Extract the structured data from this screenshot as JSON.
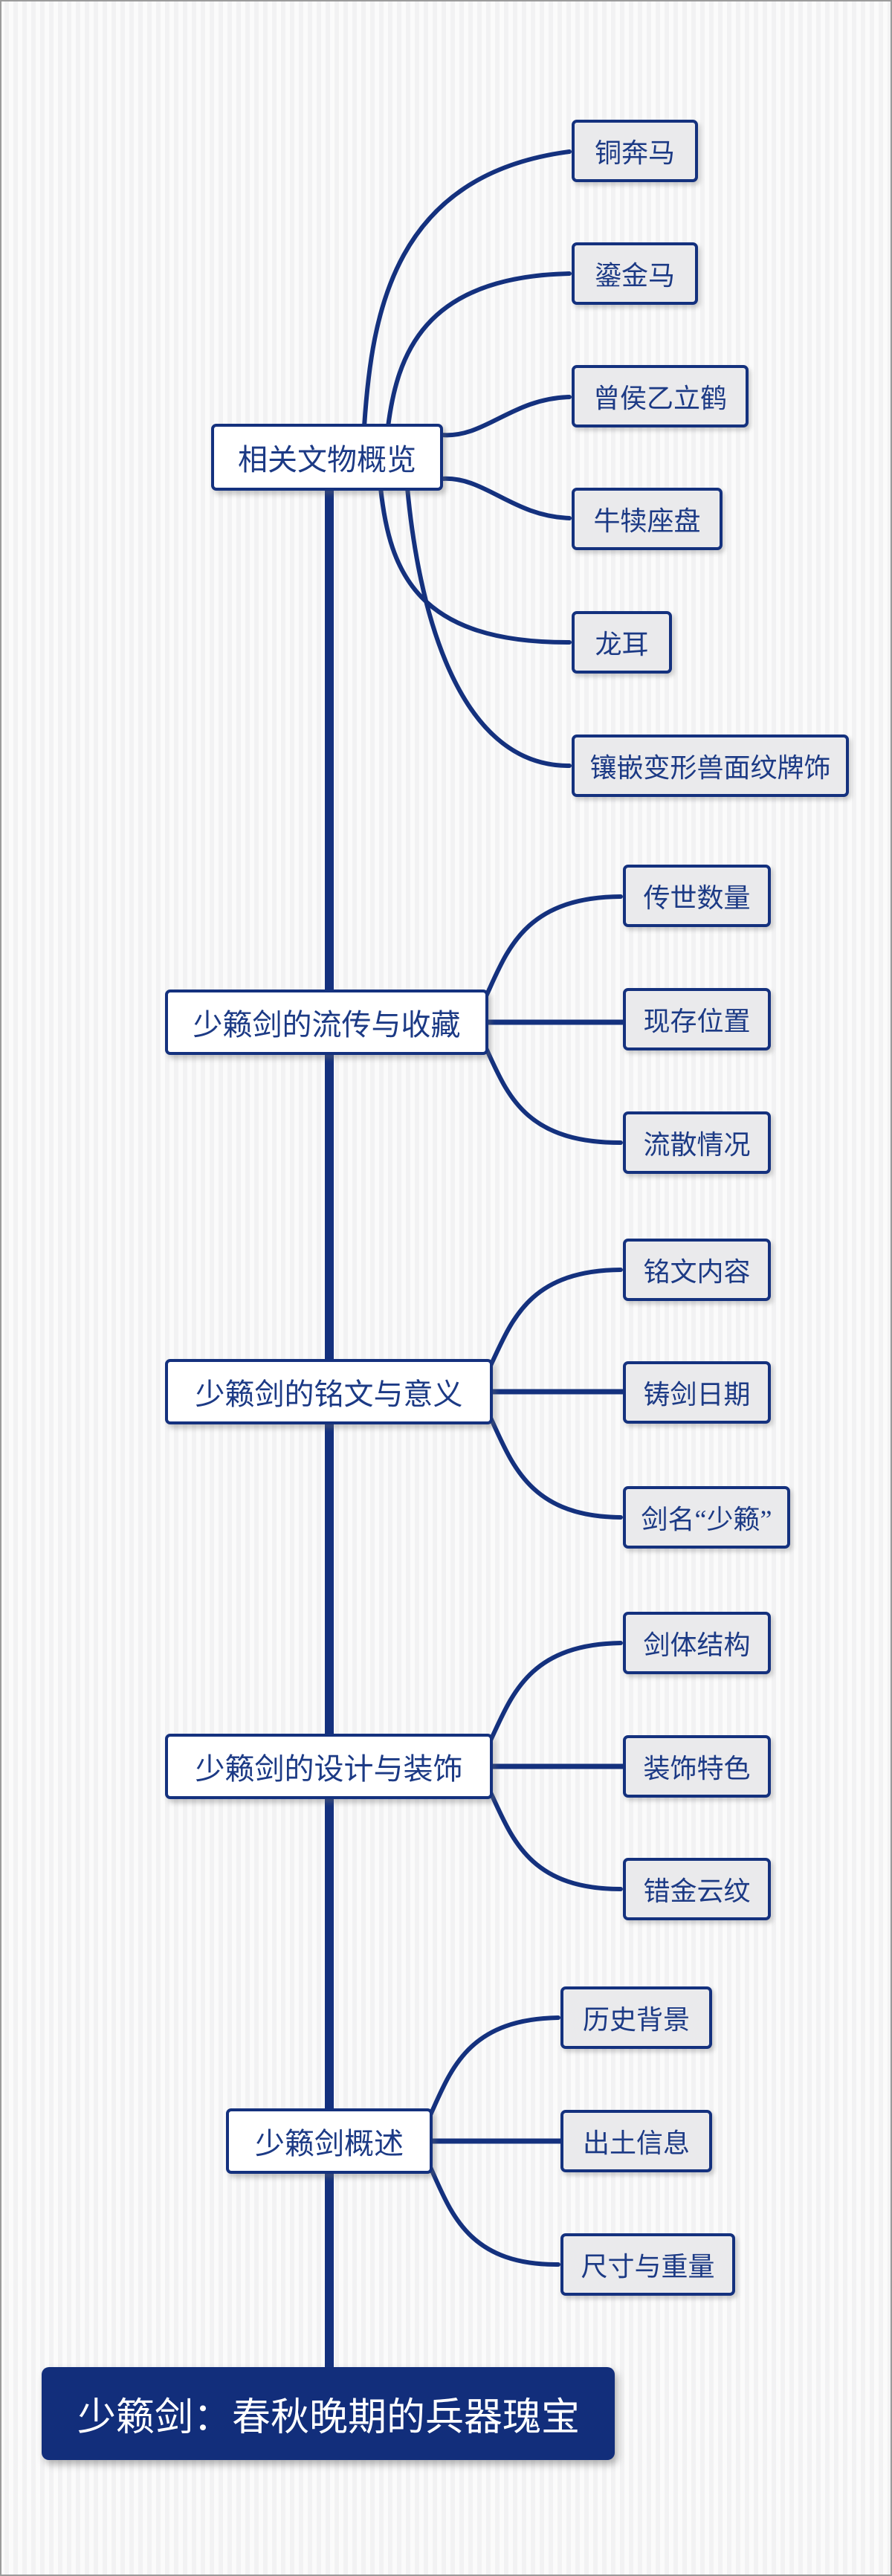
{
  "diagram": {
    "type": "mindmap-vertical-timeline",
    "colors": {
      "line": "#14317e",
      "topic_fill": "#ffffff",
      "child_fill": "#eaeaec",
      "root_fill": "#122e7b",
      "root_text": "#ffffff",
      "text": "#1c3a85",
      "background_stripe_light": "#fbfbfb",
      "background_stripe_dark": "#f2f2f3",
      "page_border": "#9b9b9b"
    }
  },
  "root": {
    "label": "少籁剑：春秋晚期的兵器瑰宝"
  },
  "topics": {
    "artifacts": {
      "label": "相关文物概览",
      "children": {
        "bronze_horse": "铜奔马",
        "gilt_horse": "鎏金马",
        "crane": "曾侯乙立鹤",
        "calf_plate": "牛犊座盘",
        "dragon_ear": "龙耳",
        "plaque": "镶嵌变形兽面纹牌饰"
      }
    },
    "provenance": {
      "label": "少籁剑的流传与收藏",
      "children": {
        "count": "传世数量",
        "location": "现存位置",
        "dispersal": "流散情况"
      }
    },
    "inscription": {
      "label": "少籁剑的铭文与意义",
      "children": {
        "content": "铭文内容",
        "date": "铸剑日期",
        "name": "剑名“少籁”"
      }
    },
    "design": {
      "label": "少籁剑的设计与装饰",
      "children": {
        "structure": "剑体结构",
        "decoration": "装饰特色",
        "gold_cloud": "错金云纹"
      }
    },
    "overview": {
      "label": "少籁剑概述",
      "children": {
        "history": "历史背景",
        "excavation": "出土信息",
        "dimensions": "尺寸与重量"
      }
    }
  }
}
